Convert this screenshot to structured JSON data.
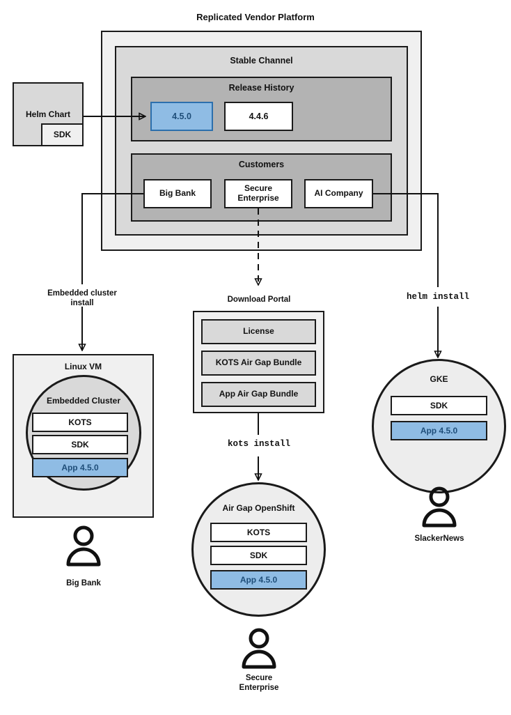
{
  "diagram": {
    "title": "Replicated Vendor Platform",
    "platform": {
      "channel_title": "Stable Channel",
      "release_history": {
        "title": "Release History",
        "releases": [
          {
            "version": "4.5.0",
            "state": "current"
          },
          {
            "version": "4.4.6",
            "state": "previous"
          }
        ]
      },
      "customers": {
        "title": "Customers",
        "items": [
          {
            "name": "Big Bank"
          },
          {
            "name": "Secure\nEnterprise"
          },
          {
            "name": "AI Company"
          }
        ]
      }
    },
    "source": {
      "title": "Helm Chart",
      "sub_title": "SDK"
    },
    "edges": [
      {
        "id": "edge-embedded-cluster-install",
        "label": "Embedded cluster\ninstall",
        "style": "solid",
        "mono": false
      },
      {
        "id": "edge-download-portal",
        "label": "Download Portal",
        "style": "dashed",
        "mono": false
      },
      {
        "id": "edge-helm-install",
        "label": "helm install",
        "style": "solid",
        "mono": true
      },
      {
        "id": "edge-kots-install",
        "label": "kots install",
        "style": "solid",
        "mono": true
      }
    ],
    "download_portal": {
      "title": "Download Portal",
      "artifacts": [
        {
          "name": "License"
        },
        {
          "name": "KOTS Air Gap Bundle"
        },
        {
          "name": "App Air Gap Bundle"
        }
      ]
    },
    "targets": [
      {
        "id": "linux-vm",
        "host_title": "Linux VM",
        "cluster_title": "Embedded Cluster",
        "components": [
          {
            "name": "KOTS",
            "highlight": false
          },
          {
            "name": "SDK",
            "highlight": false
          },
          {
            "name": "App 4.5.0",
            "highlight": true
          }
        ],
        "actor": "Big Bank"
      },
      {
        "id": "air-gap-openshift",
        "host_title": "Air Gap OpenShift",
        "components": [
          {
            "name": "KOTS",
            "highlight": false
          },
          {
            "name": "SDK",
            "highlight": false
          },
          {
            "name": "App 4.5.0",
            "highlight": true
          }
        ],
        "actor": "Secure\nEnterprise"
      },
      {
        "id": "gke",
        "host_title": "GKE",
        "components": [
          {
            "name": "SDK",
            "highlight": false
          },
          {
            "name": "App 4.5.0",
            "highlight": true
          }
        ],
        "actor": "SlackerNews"
      }
    ],
    "colors": {
      "stroke": "#1a1a1a",
      "platform_fill": "#f0f0f0",
      "channel_fill": "#d9d9d9",
      "section_fill": "#b3b3b3",
      "highlight_fill": "#8fbce4",
      "highlight_border": "#2c6fad",
      "highlight_text": "#1f4e79",
      "node_fill": "#ededed",
      "cluster_fill": "#d9d9d9"
    }
  }
}
